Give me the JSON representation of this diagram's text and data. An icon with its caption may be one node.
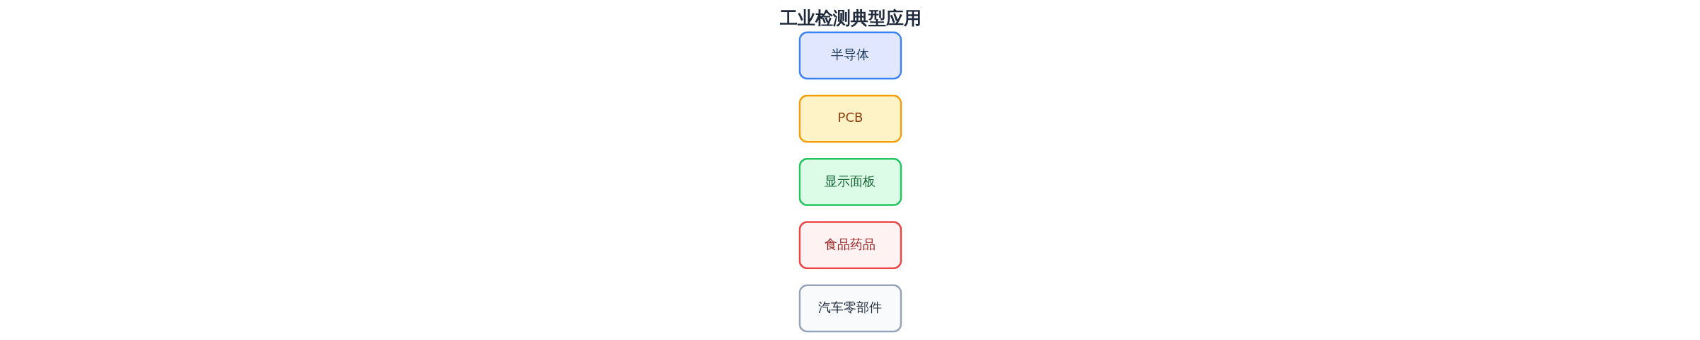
{
  "diagram": {
    "title": "工业检测典型应用",
    "nodes": [
      {
        "text": [
          "半导体"
        ]
      },
      {
        "text": [
          "PCB"
        ]
      },
      {
        "text": [
          "显示面板"
        ]
      },
      {
        "text": [
          "食品药品"
        ]
      },
      {
        "text": [
          "汽车零部件"
        ]
      }
    ]
  }
}
